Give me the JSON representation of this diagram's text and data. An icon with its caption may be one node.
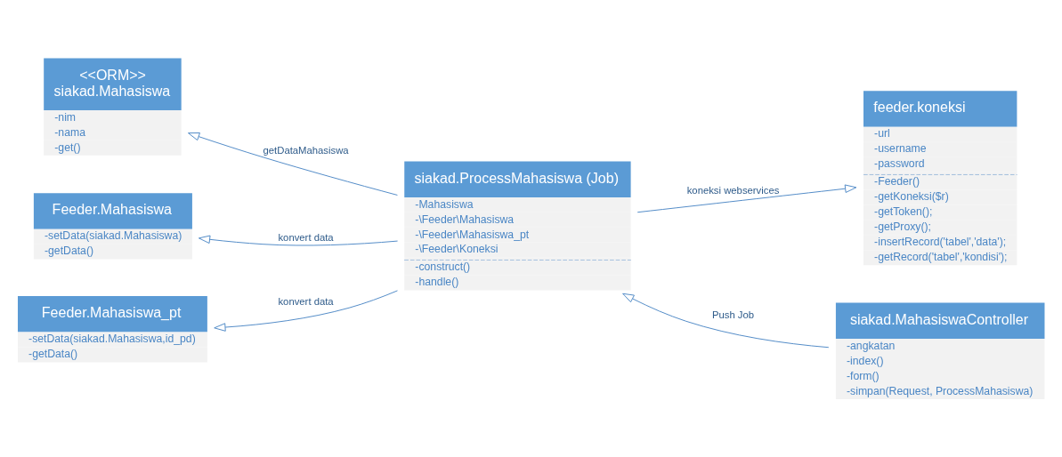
{
  "diagram": {
    "nodes": [
      {
        "text": [
          "<<ORM>>",
          "siakad.Mahasiswa",
          "-nim",
          "-nama",
          "-get()"
        ]
      },
      {
        "text": [
          "feeder.koneksi",
          "-url",
          "-username",
          "-password",
          "-Feeder()",
          "-getKoneksi($r)",
          "-getToken();",
          "-getProxy();",
          "-insertRecord('tabel','data');",
          "-getRecord('tabel','kondisi');"
        ]
      },
      {
        "text": [
          "Feeder.Mahasiswa",
          "-setData(siakad.Mahasiswa)",
          "-getData()"
        ]
      },
      {
        "text": [
          "siakad.ProcessMahasiswa (Job)",
          "-Mahasiswa",
          "-\\Feeder\\Mahasiswa",
          "-\\Feeder\\Mahasiswa_pt",
          "-\\Feeder\\Koneksi",
          "-construct()",
          "-handle()"
        ]
      },
      {
        "text": [
          "Feeder.Mahasiswa_pt",
          "-setData(siakad.Mahasiswa,id_pd)",
          "-getData()"
        ]
      },
      {
        "text": [
          "siakad.MahasiswaController",
          "-angkatan",
          "-index()",
          "-form()",
          "-simpan(Request, ProcessMahasiswa)"
        ]
      }
    ],
    "edges": [
      {
        "from": 3,
        "to": 0,
        "arrow": "to",
        "label": "getDataMahasiswa"
      },
      {
        "from": 3,
        "to": 1,
        "arrow": "to",
        "label": "koneksi webservices"
      },
      {
        "from": 3,
        "to": 2,
        "arrow": "to",
        "label": "konvert data"
      },
      {
        "from": 3,
        "to": 4,
        "arrow": "to",
        "label": "konvert data"
      },
      {
        "from": 5,
        "to": 3,
        "arrow": "to",
        "label": "Push Job"
      }
    ]
  }
}
